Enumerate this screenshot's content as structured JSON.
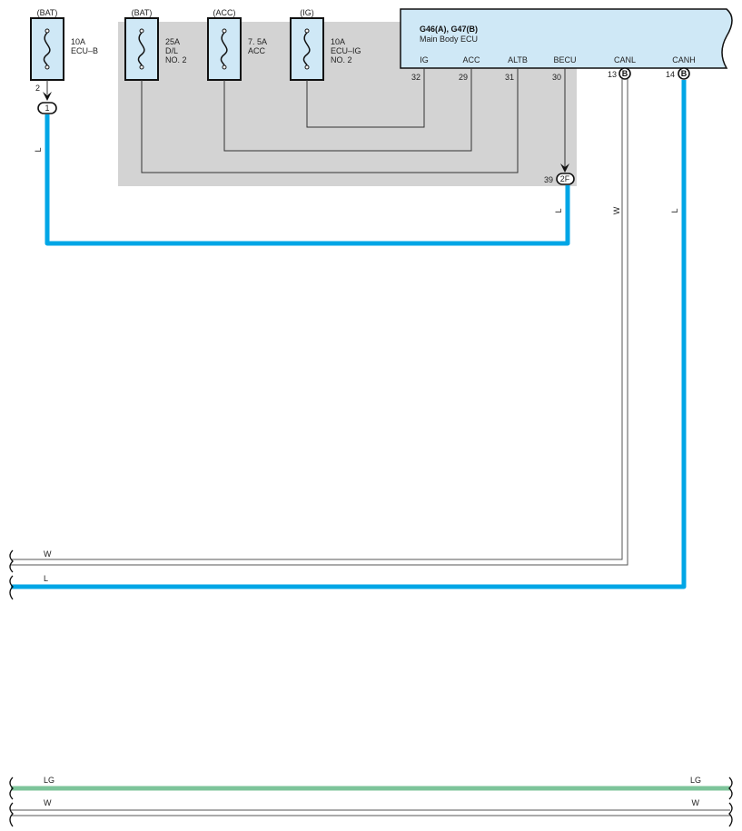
{
  "fuses": [
    {
      "source": "(BAT)",
      "rating": "10A",
      "name1": "ECU–B",
      "name2": "",
      "name3": ""
    },
    {
      "source": "(BAT)",
      "rating": "25A",
      "name1": "D/L",
      "name2": "NO. 2",
      "name3": ""
    },
    {
      "source": "(ACC)",
      "rating": "7. 5A",
      "name1": "ACC",
      "name2": "",
      "name3": ""
    },
    {
      "source": "(IG)",
      "rating": "10A",
      "name1": "ECU–IG",
      "name2": "NO. 2",
      "name3": ""
    }
  ],
  "ecu": {
    "title": "G46(A), G47(B)",
    "subtitle": "Main Body ECU",
    "pins": [
      {
        "name": "IG",
        "number": "32"
      },
      {
        "name": "ACC",
        "number": "29"
      },
      {
        "name": "ALTB",
        "number": "31"
      },
      {
        "name": "BECU",
        "number": "30"
      },
      {
        "name": "CANL",
        "number": "13"
      },
      {
        "name": "CANH",
        "number": "14"
      }
    ],
    "connector_b": "B"
  },
  "connectors": {
    "c1_pin": "2",
    "c1_label": "1",
    "c2f_pin": "39",
    "c2f_label": "2F"
  },
  "wire_colors": {
    "l": "L",
    "w": "W",
    "lg": "LG"
  },
  "colors": {
    "blue_wire": "#00a6e6",
    "lg_wire": "#7dc49a",
    "ecu_fill": "#cfe8f6",
    "junction_gray": "#d3d3d3"
  }
}
